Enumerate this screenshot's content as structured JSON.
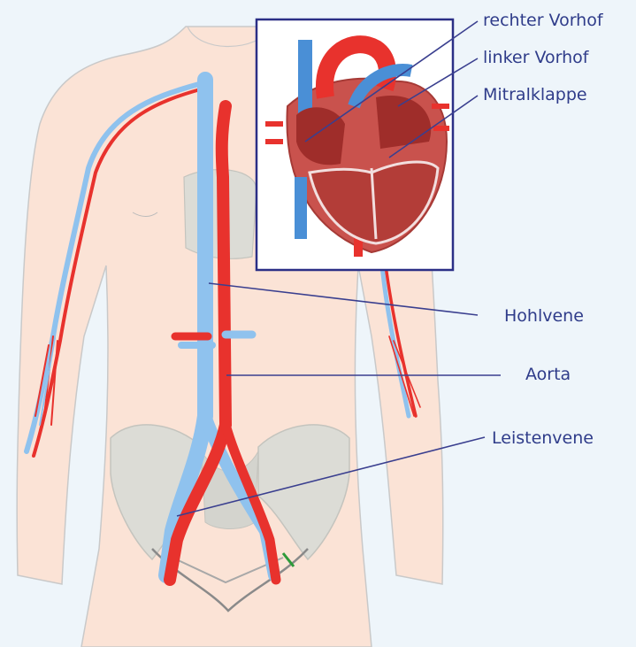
{
  "labels": {
    "right_atrium": "rechter Vorhof",
    "left_atrium": "linker Vorhof",
    "mitral_valve": "Mitralklappe",
    "vena_cava": "Hohlvene",
    "aorta": "Aorta",
    "femoral_vein": "Leistenvene"
  },
  "colors": {
    "background": "#eef5fa",
    "skin": "#fbe3d6",
    "artery": "#e8322d",
    "vein": "#8fc2ee",
    "leader_line": "#3a3f8f",
    "inset_border": "#2b2f86",
    "bone": "#d9d9d4"
  }
}
